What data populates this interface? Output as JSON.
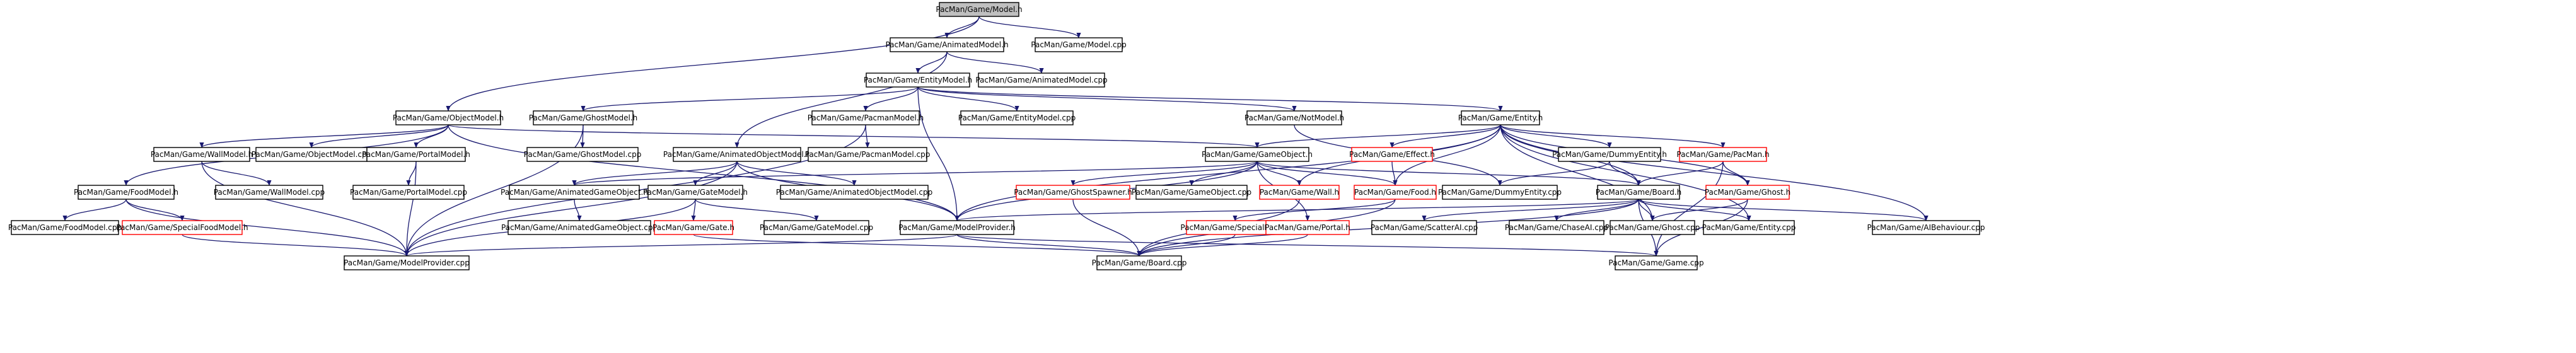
{
  "nodes": [
    {
      "id": "model_h",
      "label": "PacMan/Game/Model.h",
      "style": "current"
    },
    {
      "id": "animatedmodel_h",
      "label": "PacMan/Game/AnimatedModel.h",
      "style": "normal"
    },
    {
      "id": "model_cpp",
      "label": "PacMan/Game/Model.cpp",
      "style": "normal"
    },
    {
      "id": "entitymodel_h",
      "label": "PacMan/Game/EntityModel.h",
      "style": "normal"
    },
    {
      "id": "animatedmodel_cpp",
      "label": "PacMan/Game/AnimatedModel.cpp",
      "style": "normal"
    },
    {
      "id": "objectmodel_h",
      "label": "PacMan/Game/ObjectModel.h",
      "style": "normal"
    },
    {
      "id": "ghostmodel_h",
      "label": "PacMan/Game/GhostModel.h",
      "style": "normal"
    },
    {
      "id": "pacmanmodel_h",
      "label": "PacMan/Game/PacmanModel.h",
      "style": "normal"
    },
    {
      "id": "entitymodel_cpp",
      "label": "PacMan/Game/EntityModel.cpp",
      "style": "normal"
    },
    {
      "id": "notmodel_h",
      "label": "PacMan/Game/NotModel.h",
      "style": "normal"
    },
    {
      "id": "entity_h",
      "label": "PacMan/Game/Entity.h",
      "style": "normal"
    },
    {
      "id": "wallmodel_h",
      "label": "PacMan/Game/WallModel.h",
      "style": "normal"
    },
    {
      "id": "objectmodel_cpp",
      "label": "PacMan/Game/ObjectModel.cpp",
      "style": "normal"
    },
    {
      "id": "portalmodel_h",
      "label": "PacMan/Game/PortalModel.h",
      "style": "normal"
    },
    {
      "id": "ghostmodel_cpp",
      "label": "PacMan/Game/GhostModel.cpp",
      "style": "normal"
    },
    {
      "id": "animatedobjectmodel_h",
      "label": "PacMan/Game/AnimatedObjectModel.h",
      "style": "normal"
    },
    {
      "id": "pacmanmodel_cpp",
      "label": "PacMan/Game/PacmanModel.cpp",
      "style": "normal"
    },
    {
      "id": "gameobject_h",
      "label": "PacMan/Game/GameObject.h",
      "style": "normal"
    },
    {
      "id": "effect_h",
      "label": "PacMan/Game/Effect.h",
      "style": "missing"
    },
    {
      "id": "dummyentity_h",
      "label": "PacMan/Game/DummyEntity.h",
      "style": "normal"
    },
    {
      "id": "pacman_h",
      "label": "PacMan/Game/PacMan.h",
      "style": "missing"
    },
    {
      "id": "foodmodel_h",
      "label": "PacMan/Game/FoodModel.h",
      "style": "normal"
    },
    {
      "id": "wallmodel_cpp",
      "label": "PacMan/Game/WallModel.cpp",
      "style": "normal"
    },
    {
      "id": "portalmodel_cpp",
      "label": "PacMan/Game/PortalModel.cpp",
      "style": "normal"
    },
    {
      "id": "animatedgameobject_h",
      "label": "PacMan/Game/AnimatedGameObject.h",
      "style": "normal"
    },
    {
      "id": "gatemodel_h",
      "label": "PacMan/Game/GateModel.h",
      "style": "normal"
    },
    {
      "id": "animatedobjectmodel_cpp",
      "label": "PacMan/Game/AnimatedObjectModel.cpp",
      "style": "normal"
    },
    {
      "id": "ghostspawner_h",
      "label": "PacMan/Game/GhostSpawner.h",
      "style": "missing"
    },
    {
      "id": "gameobject_cpp",
      "label": "PacMan/Game/GameObject.cpp",
      "style": "normal"
    },
    {
      "id": "wall_h",
      "label": "PacMan/Game/Wall.h",
      "style": "missing"
    },
    {
      "id": "food_h",
      "label": "PacMan/Game/Food.h",
      "style": "missing"
    },
    {
      "id": "dummyentity_cpp",
      "label": "PacMan/Game/DummyEntity.cpp",
      "style": "normal"
    },
    {
      "id": "board_h",
      "label": "PacMan/Game/Board.h",
      "style": "normal"
    },
    {
      "id": "ghost_h",
      "label": "PacMan/Game/Ghost.h",
      "style": "missing"
    },
    {
      "id": "foodmodel_cpp",
      "label": "PacMan/Game/FoodModel.cpp",
      "style": "normal"
    },
    {
      "id": "specialfoodmodel_h",
      "label": "PacMan/Game/SpecialFoodModel.h",
      "style": "missing"
    },
    {
      "id": "animatedgameobject_cpp",
      "label": "PacMan/Game/AnimatedGameObject.cpp",
      "style": "normal"
    },
    {
      "id": "gate_h",
      "label": "PacMan/Game/Gate.h",
      "style": "missing"
    },
    {
      "id": "gatemodel_cpp",
      "label": "PacMan/Game/GateModel.cpp",
      "style": "normal"
    },
    {
      "id": "modelprovider_h",
      "label": "PacMan/Game/ModelProvider.h",
      "style": "normal"
    },
    {
      "id": "specialfood_h",
      "label": "PacMan/Game/SpecialFood.h",
      "style": "missing"
    },
    {
      "id": "portal_h",
      "label": "PacMan/Game/Portal.h",
      "style": "missing"
    },
    {
      "id": "scatterai_cpp",
      "label": "PacMan/Game/ScatterAI.cpp",
      "style": "normal"
    },
    {
      "id": "chaseai_cpp",
      "label": "PacMan/Game/ChaseAI.cpp",
      "style": "normal"
    },
    {
      "id": "ghost_cpp",
      "label": "PacMan/Game/Ghost.cpp",
      "style": "normal"
    },
    {
      "id": "entity_cpp",
      "label": "PacMan/Game/Entity.cpp",
      "style": "normal"
    },
    {
      "id": "aibehaviour_cpp",
      "label": "PacMan/Game/AIBehaviour.cpp",
      "style": "normal"
    },
    {
      "id": "modelprovider_cpp",
      "label": "PacMan/Game/ModelProvider.cpp",
      "style": "normal"
    },
    {
      "id": "board_cpp",
      "label": "PacMan/Game/Board.cpp",
      "style": "normal"
    },
    {
      "id": "game_cpp",
      "label": "PacMan/Game/Game.cpp",
      "style": "normal"
    }
  ],
  "edges": [
    [
      "model_h",
      "animatedmodel_h"
    ],
    [
      "model_h",
      "model_cpp"
    ],
    [
      "model_h",
      "objectmodel_h"
    ],
    [
      "animatedmodel_h",
      "entitymodel_h"
    ],
    [
      "animatedmodel_h",
      "animatedmodel_cpp"
    ],
    [
      "animatedmodel_h",
      "animatedobjectmodel_h"
    ],
    [
      "entitymodel_h",
      "ghostmodel_h"
    ],
    [
      "entitymodel_h",
      "pacmanmodel_h"
    ],
    [
      "entitymodel_h",
      "entitymodel_cpp"
    ],
    [
      "entitymodel_h",
      "notmodel_h"
    ],
    [
      "entitymodel_h",
      "entity_h"
    ],
    [
      "entitymodel_h",
      "modelprovider_h"
    ],
    [
      "objectmodel_h",
      "wallmodel_h"
    ],
    [
      "objectmodel_h",
      "objectmodel_cpp"
    ],
    [
      "objectmodel_h",
      "portalmodel_h"
    ],
    [
      "objectmodel_h",
      "foodmodel_h"
    ],
    [
      "objectmodel_h",
      "gameobject_h"
    ],
    [
      "objectmodel_h",
      "modelprovider_h"
    ],
    [
      "ghostmodel_h",
      "ghostmodel_cpp"
    ],
    [
      "ghostmodel_h",
      "modelprovider_cpp"
    ],
    [
      "pacmanmodel_h",
      "pacmanmodel_cpp"
    ],
    [
      "pacmanmodel_h",
      "modelprovider_cpp"
    ],
    [
      "notmodel_h",
      "dummyentity_cpp"
    ],
    [
      "entity_h",
      "gameobject_h"
    ],
    [
      "entity_h",
      "effect_h"
    ],
    [
      "entity_h",
      "dummyentity_h"
    ],
    [
      "entity_h",
      "pacman_h"
    ],
    [
      "entity_h",
      "board_h"
    ],
    [
      "entity_h",
      "modelprovider_h"
    ],
    [
      "entity_h",
      "wall_h"
    ],
    [
      "entity_h",
      "food_h"
    ],
    [
      "entity_h",
      "ghost_h"
    ],
    [
      "entity_h",
      "entity_cpp"
    ],
    [
      "entity_h",
      "aibehaviour_cpp"
    ],
    [
      "entity_h",
      "ghost_cpp"
    ],
    [
      "wallmodel_h",
      "wallmodel_cpp"
    ],
    [
      "wallmodel_h",
      "modelprovider_cpp"
    ],
    [
      "portalmodel_h",
      "portalmodel_cpp"
    ],
    [
      "portalmodel_h",
      "modelprovider_cpp"
    ],
    [
      "animatedobjectmodel_h",
      "animatedgameobject_h"
    ],
    [
      "animatedobjectmodel_h",
      "gatemodel_h"
    ],
    [
      "animatedobjectmodel_h",
      "animatedobjectmodel_cpp"
    ],
    [
      "animatedobjectmodel_h",
      "modelprovider_h"
    ],
    [
      "animatedobjectmodel_h",
      "modelprovider_cpp"
    ],
    [
      "gameobject_h",
      "ghostspawner_h"
    ],
    [
      "gameobject_h",
      "gameobject_cpp"
    ],
    [
      "gameobject_h",
      "wall_h"
    ],
    [
      "gameobject_h",
      "food_h"
    ],
    [
      "gameobject_h",
      "board_h"
    ],
    [
      "gameobject_h",
      "portal_h"
    ],
    [
      "gameobject_h",
      "animatedgameobject_h"
    ],
    [
      "gameobject_h",
      "modelprovider_h"
    ],
    [
      "effect_h",
      "food_h"
    ],
    [
      "dummyentity_h",
      "dummyentity_cpp"
    ],
    [
      "dummyentity_h",
      "board_h"
    ],
    [
      "pacman_h",
      "ghost_h"
    ],
    [
      "pacman_h",
      "board_h"
    ],
    [
      "pacman_h",
      "game_cpp"
    ],
    [
      "foodmodel_h",
      "foodmodel_cpp"
    ],
    [
      "foodmodel_h",
      "specialfoodmodel_h"
    ],
    [
      "foodmodel_h",
      "modelprovider_cpp"
    ],
    [
      "animatedgameobject_h",
      "animatedgameobject_cpp"
    ],
    [
      "gatemodel_h",
      "gate_h"
    ],
    [
      "gatemodel_h",
      "gatemodel_cpp"
    ],
    [
      "gatemodel_h",
      "modelprovider_cpp"
    ],
    [
      "ghostspawner_h",
      "board_cpp"
    ],
    [
      "wall_h",
      "board_cpp"
    ],
    [
      "food_h",
      "specialfood_h"
    ],
    [
      "food_h",
      "board_cpp"
    ],
    [
      "board_h",
      "modelprovider_h"
    ],
    [
      "board_h",
      "scatterai_cpp"
    ],
    [
      "board_h",
      "chaseai_cpp"
    ],
    [
      "board_h",
      "ghost_cpp"
    ],
    [
      "board_h",
      "entity_cpp"
    ],
    [
      "board_h",
      "aibehaviour_cpp"
    ],
    [
      "board_h",
      "board_cpp"
    ],
    [
      "board_h",
      "game_cpp"
    ],
    [
      "ghost_h",
      "ghost_cpp"
    ],
    [
      "ghost_h",
      "game_cpp"
    ],
    [
      "specialfoodmodel_h",
      "modelprovider_cpp"
    ],
    [
      "gate_h",
      "board_cpp"
    ],
    [
      "modelprovider_h",
      "modelprovider_cpp"
    ],
    [
      "modelprovider_h",
      "board_cpp"
    ],
    [
      "modelprovider_h",
      "game_cpp"
    ],
    [
      "specialfood_h",
      "board_cpp"
    ],
    [
      "portal_h",
      "board_cpp"
    ]
  ]
}
